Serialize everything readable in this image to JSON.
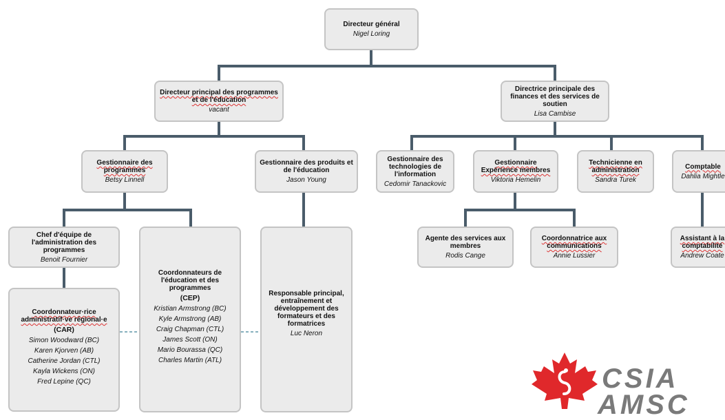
{
  "ceo": {
    "title": "Directeur général",
    "name": "Nigel Loring"
  },
  "programs_director": {
    "title": "Directeur principal des programmes et de l'éducation",
    "name": "vacant"
  },
  "finance_director": {
    "title": "Directrice principale des finances et des services de soutien",
    "name": "Lisa Cambise"
  },
  "program_manager": {
    "title": "Gestionnaire des programmes",
    "name": "Betsy Linnell"
  },
  "products_manager": {
    "title": "Gestionnaire des produits et de l'éducation",
    "name": "Jason Young"
  },
  "it_manager": {
    "title": "Gestionnaire des technologies de l'information",
    "name": "Cedomir Tanackovic"
  },
  "member_exp_manager": {
    "title": "Gestionnaire Expérience membres",
    "name": "Viktoria Hemelin"
  },
  "admin_tech": {
    "title": "Technicienne en administration",
    "name": "Sandra Turek"
  },
  "accountant": {
    "title": "Comptable",
    "name": "Dahlia Mightle"
  },
  "team_lead": {
    "title": "Chef d'équipe de l'administration des programmes",
    "name": "Benoit Fournier"
  },
  "member_services": {
    "title": "Agente des services aux membres",
    "name": "Rodis Cange"
  },
  "communications": {
    "title": "Coordonnatrice aux communications",
    "name": "Annie Lussier"
  },
  "accounting_assistant": {
    "title": "Assistant à la comptabilité",
    "name": "Andrew Coate"
  },
  "car": {
    "title": "Coordonnateur·rice administratif·ve régional·e",
    "code": "(CAR)",
    "members": [
      "Simon Woodward (BC)",
      "Karen Kjorven (AB)",
      "Catherine Jordan (CTL)",
      "Kayla Wickens (ON)",
      "Fred Lepine (QC)"
    ]
  },
  "cep": {
    "title": "Coordonnateurs de l'éducation et des programmes",
    "code": "(CEP)",
    "members": [
      "Kristian Armstrong (BC)",
      "Kyle Armstrong (AB)",
      "Craig Chapman (CTL)",
      "James Scott (ON)",
      "Mario Bourassa (QC)",
      "Charles Martin (ATL)"
    ]
  },
  "trainer_lead": {
    "title": "Responsable principal, entraînement et développement des formateurs et des formatrices",
    "name": "Luc Neron"
  },
  "logo": {
    "line1": "CSIA",
    "line2": "AMSC"
  },
  "colors": {
    "connector": "#4a5c6a",
    "dashed": "#5f96a8",
    "box_fill": "#ebebeb",
    "box_border": "#c4c4c4",
    "maple": "#e0282b"
  }
}
